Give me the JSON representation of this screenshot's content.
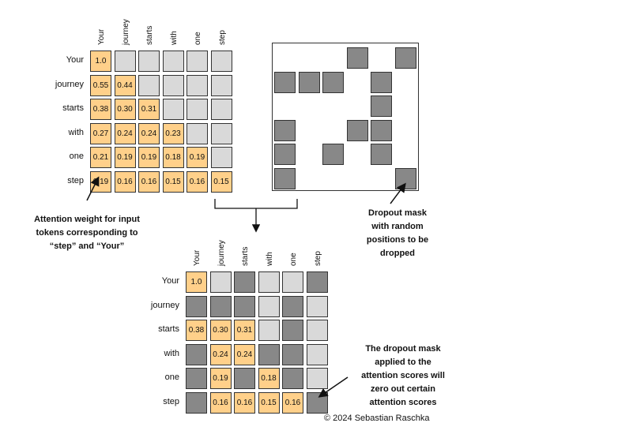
{
  "tokens": [
    "Your",
    "journey",
    "starts",
    "with",
    "one",
    "step"
  ],
  "attention": {
    "weights": [
      [
        "1.0",
        "",
        "",
        "",
        "",
        ""
      ],
      [
        "0.55",
        "0.44",
        "",
        "",
        "",
        ""
      ],
      [
        "0.38",
        "0.30",
        "0.31",
        "",
        "",
        ""
      ],
      [
        "0.27",
        "0.24",
        "0.24",
        "0.23",
        "",
        ""
      ],
      [
        "0.21",
        "0.19",
        "0.19",
        "0.18",
        "0.19",
        ""
      ],
      [
        "0.19",
        "0.16",
        "0.16",
        "0.15",
        "0.16",
        "0.15"
      ]
    ]
  },
  "mask": {
    "dropped": [
      [
        0,
        0,
        0,
        1,
        0,
        1
      ],
      [
        1,
        1,
        1,
        0,
        1,
        0
      ],
      [
        0,
        0,
        0,
        0,
        1,
        0
      ],
      [
        1,
        0,
        0,
        1,
        1,
        0
      ],
      [
        1,
        0,
        1,
        0,
        1,
        0
      ],
      [
        1,
        0,
        0,
        0,
        0,
        1
      ]
    ]
  },
  "result": {
    "values": [
      [
        "1.0",
        "",
        "",
        "",
        "",
        ""
      ],
      [
        "",
        "",
        "",
        "",
        "",
        ""
      ],
      [
        "0.38",
        "0.30",
        "0.31",
        "",
        "",
        ""
      ],
      [
        "",
        "0.24",
        "0.24",
        "",
        "",
        ""
      ],
      [
        "",
        "0.19",
        "",
        "0.18",
        "",
        ""
      ],
      [
        "",
        "0.16",
        "0.16",
        "0.15",
        "0.16",
        ""
      ]
    ],
    "states": [
      [
        "o",
        "l",
        "d",
        "l",
        "l",
        "d"
      ],
      [
        "d",
        "d",
        "d",
        "l",
        "d",
        "l"
      ],
      [
        "o",
        "o",
        "o",
        "l",
        "d",
        "l"
      ],
      [
        "d",
        "o",
        "o",
        "d",
        "d",
        "l"
      ],
      [
        "d",
        "o",
        "d",
        "o",
        "d",
        "l"
      ],
      [
        "d",
        "o",
        "o",
        "o",
        "o",
        "d"
      ]
    ]
  },
  "annotations": {
    "attention_note": [
      "Attention weight for input",
      "tokens corresponding to",
      "“step” and “Your”"
    ],
    "mask_note": [
      "Dropout mask",
      "with random",
      "positions to be",
      "dropped"
    ],
    "applied_note": [
      "The dropout mask",
      "applied to the",
      "attention scores will",
      "zero out certain",
      "attention scores"
    ]
  },
  "credit": "© 2024 Sebastian Raschka",
  "colors": {
    "orange": "#ffd08a",
    "light": "#d9d9d9",
    "dark": "#888888"
  }
}
